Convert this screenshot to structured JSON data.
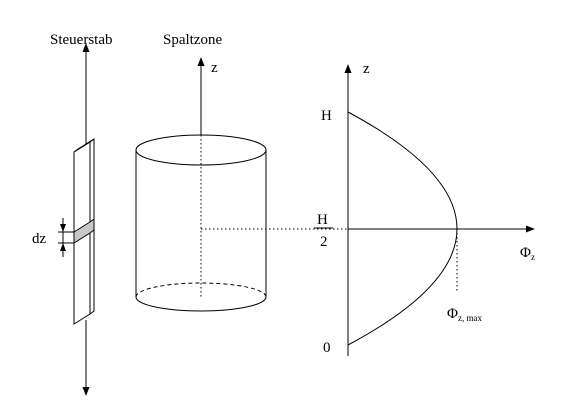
{
  "labels": {
    "control_rod": "Steuerstab",
    "core": "Spaltzone",
    "z_core": "z",
    "z_flux": "z",
    "dz": "dz",
    "H": "H",
    "H_half_num": "H",
    "H_half_den": "2",
    "zero": "0",
    "phi_axis": "Φ",
    "phi_axis_sub": "z",
    "phi_max": "Φ",
    "phi_max_sub": "z, max"
  }
}
